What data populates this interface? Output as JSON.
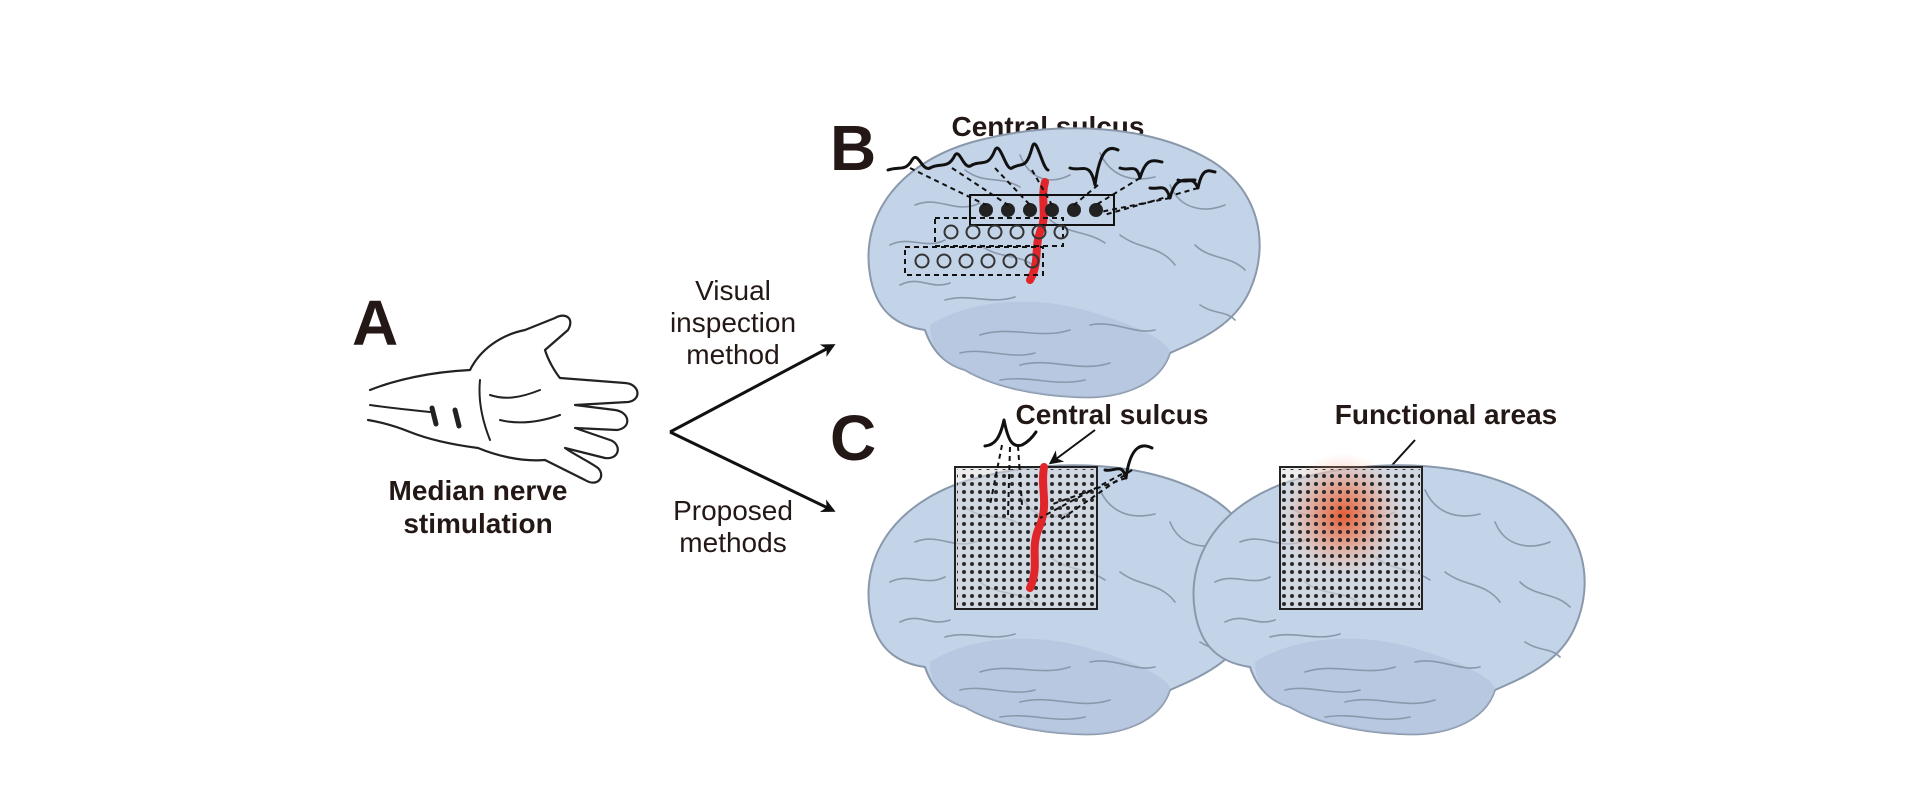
{
  "panels": {
    "a": {
      "letter": "A",
      "caption_line1": "Median nerve",
      "caption_line2": "stimulation"
    },
    "b": {
      "letter": "B",
      "sulcus_label": "Central sulcus"
    },
    "c": {
      "letter": "C",
      "sulcus_label": "Central sulcus",
      "areas_label": "Functional areas"
    }
  },
  "arrows": {
    "upper": {
      "line1": "Visual",
      "line2": "inspection",
      "line3": "method"
    },
    "lower": {
      "line1": "Proposed",
      "line2": "methods"
    }
  },
  "colors": {
    "brain": "#c3d3e8",
    "sulcus": "#e0262a",
    "functional_area": "#e8552a"
  },
  "icons": [
    "hand-icon",
    "brain-icon",
    "electrode-grid-icon",
    "waveform-icon"
  ]
}
